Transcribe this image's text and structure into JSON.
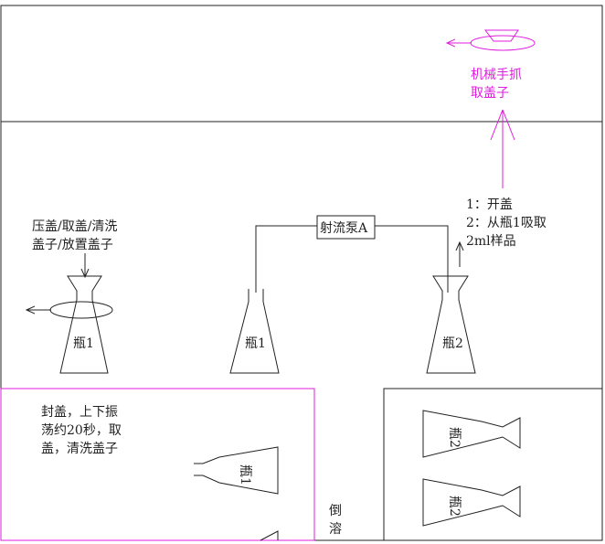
{
  "top_section": {
    "robot_label_line1": "机械手抓",
    "robot_label_line2": "取盖子",
    "color": "#e01ee0"
  },
  "left_station": {
    "instruction_line1": "压盖/取盖/清洗",
    "instruction_line2": "盖子/放置盖子",
    "bottle_label": "瓶1"
  },
  "middle_station": {
    "pump_label": "射流泵A",
    "bottle_label": "瓶1"
  },
  "right_station": {
    "step1": "1：开盖",
    "step2": "2：从瓶1吸取",
    "step3": "2ml样品",
    "bottle_label": "瓶2"
  },
  "bottom_left": {
    "text_line1": "封盖，上下振",
    "text_line2": "荡约20秒，取",
    "text_line3": "盖，清洗盖子",
    "bottle_label": "瓶1",
    "pour_char1": "倒",
    "pour_char2": "溶"
  },
  "bottom_right": {
    "bottle_top_label": "瓶2",
    "bottle_bottom_label": "瓶2"
  }
}
